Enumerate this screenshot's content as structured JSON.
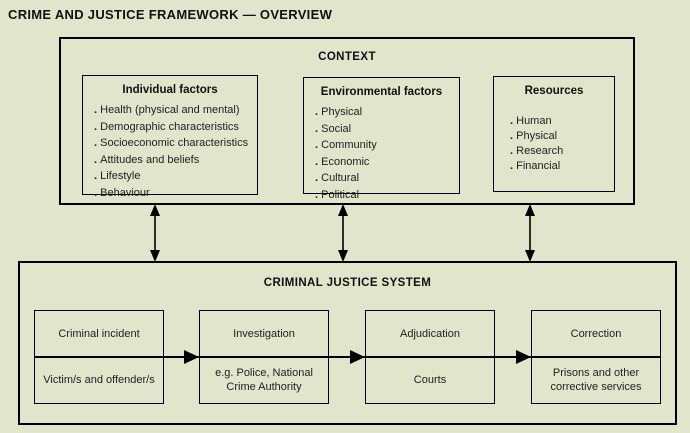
{
  "page": {
    "title": "CRIME AND JUSTICE FRAMEWORK — OVERVIEW"
  },
  "colors": {
    "background": "#e1e5cc",
    "line": "#000000",
    "text": "#1a1a1a"
  },
  "context": {
    "title": "CONTEXT",
    "boxes": [
      {
        "title": "Individual factors",
        "items": [
          "Health (physical and mental)",
          "Demographic characteristics",
          "Socioeconomic characteristics",
          "Attitudes and beliefs",
          "Lifestyle",
          "Behaviour"
        ]
      },
      {
        "title": "Environmental factors",
        "items": [
          "Physical",
          "Social",
          "Community",
          "Economic",
          "Cultural",
          "Political"
        ]
      },
      {
        "title": "Resources",
        "items": [
          "Human",
          "Physical",
          "Research",
          "Financial"
        ]
      }
    ]
  },
  "criminal_justice_system": {
    "title": "CRIMINAL JUSTICE SYSTEM",
    "stages": [
      {
        "top": "Criminal incident",
        "bottom": "Victim/s and offender/s"
      },
      {
        "top": "Investigation",
        "bottom": "e.g. Police, National Crime Authority"
      },
      {
        "top": "Adjudication",
        "bottom": "Courts"
      },
      {
        "top": "Correction",
        "bottom": "Prisons and other corrective services"
      }
    ]
  }
}
